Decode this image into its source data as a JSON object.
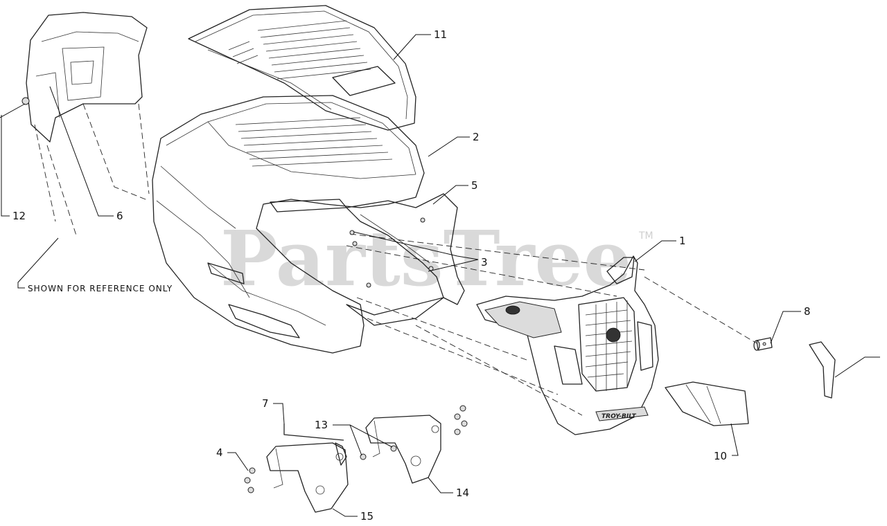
{
  "watermark": {
    "text": "PartsTree",
    "trademark": "TM"
  },
  "reference_note": "SHOWN FOR REFERENCE ONLY",
  "callouts": {
    "c1": "1",
    "c2": "2",
    "c3": "3",
    "c4": "4",
    "c5": "5",
    "c6": "6",
    "c7": "7",
    "c8": "8",
    "c10": "10",
    "c11": "11",
    "c12": "12",
    "c13": "13",
    "c14": "14",
    "c15": "15"
  },
  "brand_plate": "TROY-BILT"
}
